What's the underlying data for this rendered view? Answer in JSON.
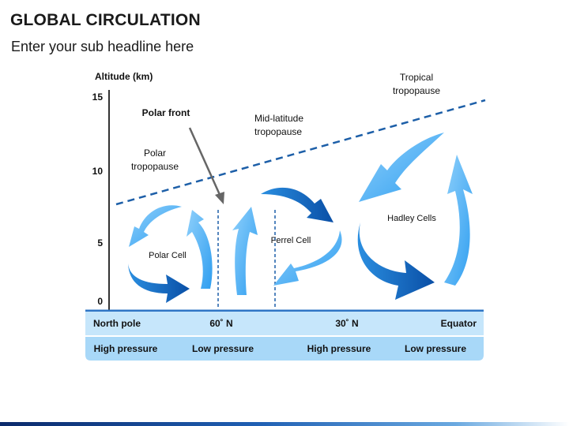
{
  "title": "GLOBAL CIRCULATION",
  "subtitle": "Enter your sub headline here",
  "axis": {
    "label": "Altitude (km)",
    "ticks": [
      "15",
      "10",
      "5",
      "0"
    ]
  },
  "labels": {
    "tropical_tropopause_1": "Tropical",
    "tropical_tropopause_2": "tropopause",
    "polar_front": "Polar front",
    "mid_latitude_1": "Mid-latitude",
    "mid_latitude_2": "tropopause",
    "polar_tropopause_1": "Polar",
    "polar_tropopause_2": "tropopause",
    "polar_cell": "Polar Cell",
    "ferrel_cell": "Ferrel Cell",
    "hadley_cells": "Hadley Cells"
  },
  "latitude_row": [
    "North pole",
    "60˚ N",
    "30˚ N",
    "Equator"
  ],
  "pressure_row": [
    "High pressure",
    "Low pressure",
    "High pressure",
    "Low pressure"
  ],
  "colors": {
    "light_blue": "#3fa9f5",
    "dark_blue": "#0f5fb8",
    "band_light": "#c6e6fb",
    "band_mid": "#a8d8f8",
    "tropopause_line": "#1d5fa8"
  }
}
